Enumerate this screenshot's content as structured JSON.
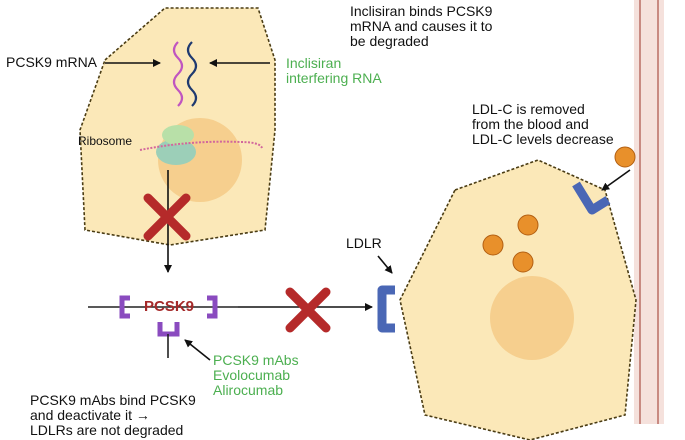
{
  "labels": {
    "pcsk9_mrna": "PCSK9 mRNA",
    "inclisiran_line1": "Inclisiran",
    "inclisiran_line2": "interfering RNA",
    "inclisiran_binds_line1": "Inclisiran binds PCSK9",
    "inclisiran_binds_line2": "mRNA and causes it to",
    "inclisiran_binds_line3": "be degraded",
    "ribosome": "Ribosome",
    "ldlc_removed_line1": "LDL-C is removed",
    "ldlc_removed_line2": "from the blood and",
    "ldlc_removed_line3": "LDL-C levels decrease",
    "ldlr": "LDLR",
    "pcsk9": "PCSK9",
    "mabs_line1": "PCSK9 mAbs",
    "mabs_line2": "Evolocumab",
    "mabs_line3": "Alirocumab",
    "mabs_bind_line1": "PCSK9 mAbs bind PCSK9",
    "mabs_bind_line2": "and deactivate it →",
    "mabs_bind_line3": "LDLRs are not degraded"
  },
  "colors": {
    "cell_fill": "#fbe8b8",
    "cell_stroke": "#5a4a1a",
    "nucleus_fill": "#f6cf8e",
    "block_x": "#b52a2a",
    "receptor": "#4a67b5",
    "antibody": "#8a4bbf",
    "label_green": "#4caf50",
    "vessel": "#f3d9d3",
    "ldl_particle": "#e8902b"
  }
}
